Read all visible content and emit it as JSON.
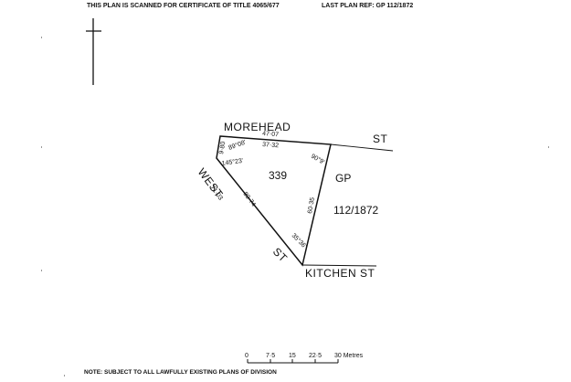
{
  "header": {
    "scan_note": "THIS PLAN IS SCANNED FOR CERTIFICATE OF TITLE 4065/677",
    "last_plan_ref": "LAST PLAN REF: GP 112/1872"
  },
  "streets": {
    "morehead": "MOREHEAD",
    "morehead_st": "ST",
    "west": "WEST",
    "west_st": "ST",
    "kitchen": "KITCHEN ST"
  },
  "lot": {
    "number": "339",
    "gp_label": "GP",
    "plan_number": "112/1872"
  },
  "measurements": {
    "top_length": "47·07",
    "top_inner": "37·32",
    "top_left_bearing": "89°08'",
    "left_short": "9·80",
    "left_angle": "145°23'",
    "right_angle_top": "90°9'",
    "diagonal_outer": "71·03",
    "diagonal_inner": "80·74",
    "right_length": "60·35",
    "bottom_angle": "35°36'"
  },
  "scale_bar": {
    "labels": [
      "0",
      "7·5",
      "15",
      "22·5",
      "30 Metres"
    ]
  },
  "footer": {
    "note": "NOTE: SUBJECT TO ALL LAWFULLY EXISTING PLANS OF DIVISION"
  }
}
